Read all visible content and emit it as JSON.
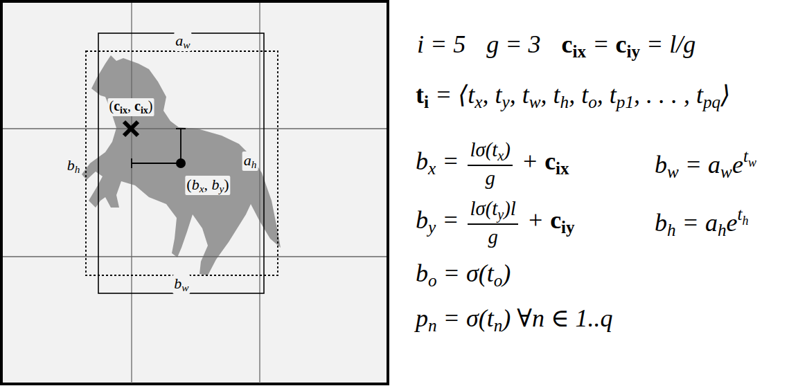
{
  "diagram": {
    "labels": [
      "a",
      "w",
      "b",
      "h",
      "a",
      "h",
      "b",
      "w",
      "(",
      "c",
      "ix",
      ", ",
      "c",
      "ix",
      ")",
      "(",
      "b",
      "x",
      ", ",
      "b",
      "y",
      ")",
      "i = 5",
      "g = 3",
      "c",
      "ix",
      " = ",
      "c",
      "iy",
      " = l/g",
      "t",
      "i",
      " = ⟨t",
      "x",
      ", t",
      "y",
      ", t",
      "w",
      ", t",
      "h",
      ", t",
      "o",
      ", t",
      "p1",
      ", . . . , t",
      "pq",
      "⟩",
      "b",
      "x",
      " = ",
      "lσ(t",
      "x",
      ")",
      "g",
      " + ",
      "c",
      "ix",
      "b",
      "w",
      " = a",
      "w",
      "e",
      "t",
      "w",
      "b",
      "y",
      " = ",
      "lσ(t",
      "y",
      ")l",
      "g",
      " + ",
      "c",
      "iy",
      "b",
      "h",
      " = a",
      "h",
      "e",
      "t",
      "h",
      "b",
      "o",
      " = σ(t",
      "o",
      ")",
      "p",
      "n",
      " = σ(t",
      "n",
      ") ∀n ∈ 1..q"
    ]
  }
}
